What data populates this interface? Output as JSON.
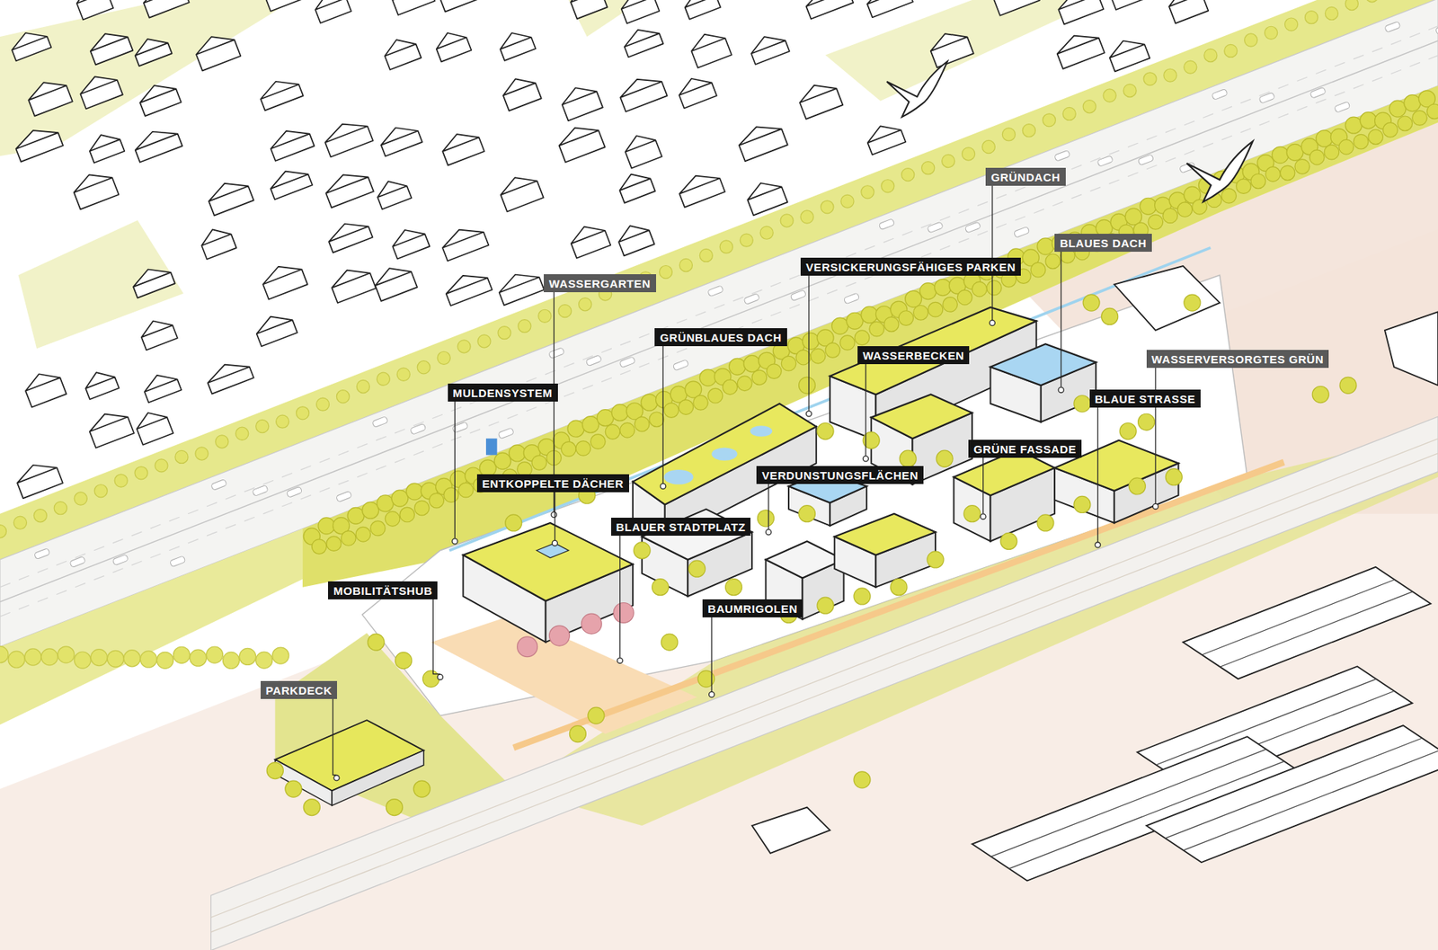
{
  "diagram": {
    "nodes": [
      {
        "text": [
          "GRÜNDACH"
        ]
      },
      {
        "text": [
          "BLAUES DACH"
        ]
      },
      {
        "text": [
          "VERSICKERUNGSFÄHIGES PARKEN"
        ]
      },
      {
        "text": [
          "WASSERGARTEN"
        ]
      },
      {
        "text": [
          "GRÜNBLAUES DACH"
        ]
      },
      {
        "text": [
          "WASSERBECKEN"
        ]
      },
      {
        "text": [
          "WASSERVERSORGTES GRÜN"
        ]
      },
      {
        "text": [
          "MULDENSYSTEM"
        ]
      },
      {
        "text": [
          "BLAUE STRASSE"
        ]
      },
      {
        "text": [
          "GRÜNE FASSADE"
        ]
      },
      {
        "text": [
          "VERDUNSTUNGSFLÄCHEN"
        ]
      },
      {
        "text": [
          "ENTKOPPELTE DÄCHER"
        ]
      },
      {
        "text": [
          "BLAUER STADTPLATZ"
        ]
      },
      {
        "text": [
          "MOBILITÄTSHUB"
        ]
      },
      {
        "text": [
          "BAUMRIGOLEN"
        ]
      },
      {
        "text": [
          "PARKDECK"
        ]
      }
    ]
  }
}
